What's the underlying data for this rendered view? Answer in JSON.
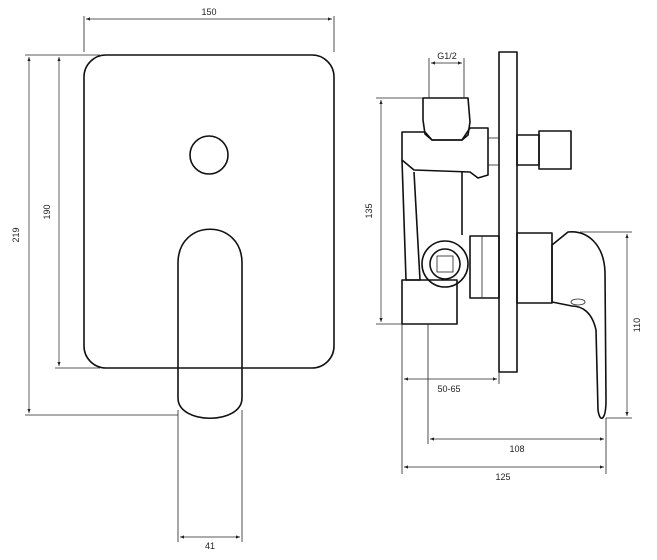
{
  "dimensions": {
    "plate_width": "150",
    "overall_height": "219",
    "plate_height": "190",
    "handle_width": "41",
    "thread": "G1/2",
    "body_height": "135",
    "depth_range": "50-65",
    "handle_height": "110",
    "handle_projection": "108",
    "total_depth": "125"
  },
  "colors": {
    "line": "#111111",
    "background": "#ffffff"
  }
}
